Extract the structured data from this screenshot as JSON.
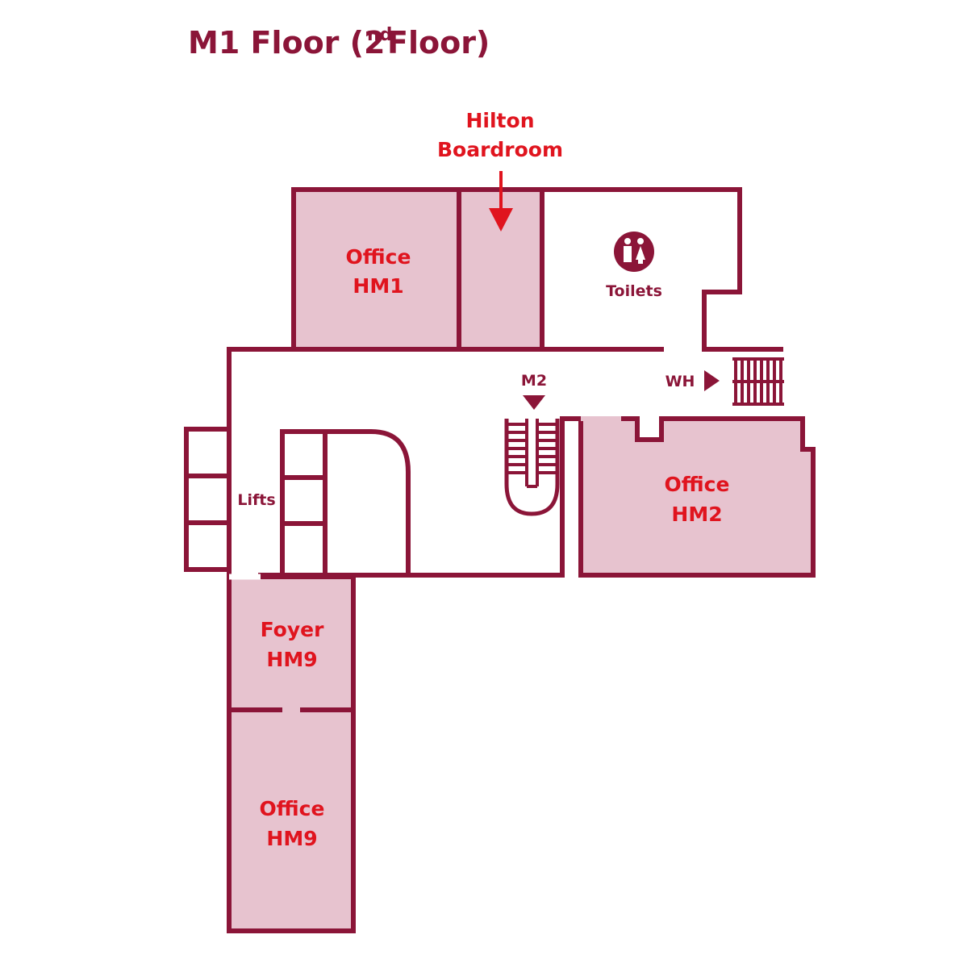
{
  "floor_plan": {
    "title": {
      "main": "M1 Floor (2",
      "superscript": "nd",
      "suffix": " Floor)"
    },
    "highlight": {
      "line1": "Hilton",
      "line2": "Boardroom"
    },
    "rooms": {
      "office_hm1": {
        "line1": "Office",
        "line2": "HM1"
      },
      "office_hm2": {
        "line1": "Office",
        "line2": "HM2"
      },
      "foyer_hm9": {
        "line1": "Foyer",
        "line2": "HM9"
      },
      "office_hm9": {
        "line1": "Office",
        "line2": "HM9"
      }
    },
    "labels": {
      "toilets": "Toilets",
      "lifts": "Lifts",
      "m2": "M2",
      "wh": "WH"
    },
    "icons": [
      "toilets-icon",
      "highlight-arrow-icon",
      "m2-arrow-icon",
      "wh-arrow-icon",
      "staircase-icon"
    ],
    "colors": {
      "wall": "#8b1538",
      "room_fill": "#e7c3cf",
      "highlight_text": "#e0141e",
      "background": "#ffffff"
    }
  }
}
